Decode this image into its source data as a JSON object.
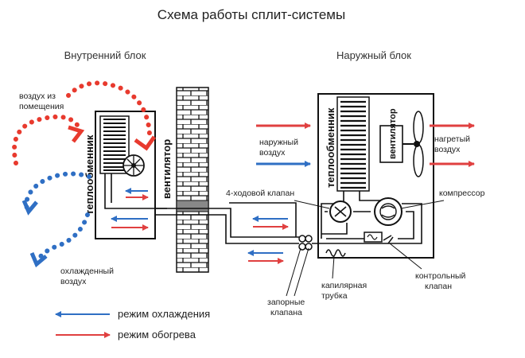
{
  "title": "Схема работы сплит-системы",
  "indoor_unit": {
    "heading": "Внутренний блок",
    "heat_exchanger": "теплообменник",
    "fan": "вентилятор",
    "air_in": [
      "воздух из",
      "помещения"
    ],
    "air_out": [
      "охлажденный",
      "воздух"
    ]
  },
  "outdoor_unit": {
    "heading": "Наружный блок",
    "heat_exchanger": "теплообменник",
    "fan": "вентилятор",
    "air_in": [
      "наружный",
      "воздух"
    ],
    "air_out": [
      "нагретый",
      "воздух"
    ]
  },
  "components": {
    "four_way_valve": "4-ходовой клапан",
    "compressor": "компрессор",
    "capillary_tube": [
      "капилярная",
      "трубка"
    ],
    "check_valve": [
      "контрольный",
      "клапан"
    ],
    "shutoff_valves": [
      "запорные",
      "клапана"
    ]
  },
  "legend": {
    "cooling": "режим охлаждения",
    "heating": "режим обогрева"
  },
  "colors": {
    "cooling": "#2f6fc4",
    "heating": "#e04040",
    "dots_red": "#e83a2e",
    "dots_blue": "#2f6fc4"
  }
}
